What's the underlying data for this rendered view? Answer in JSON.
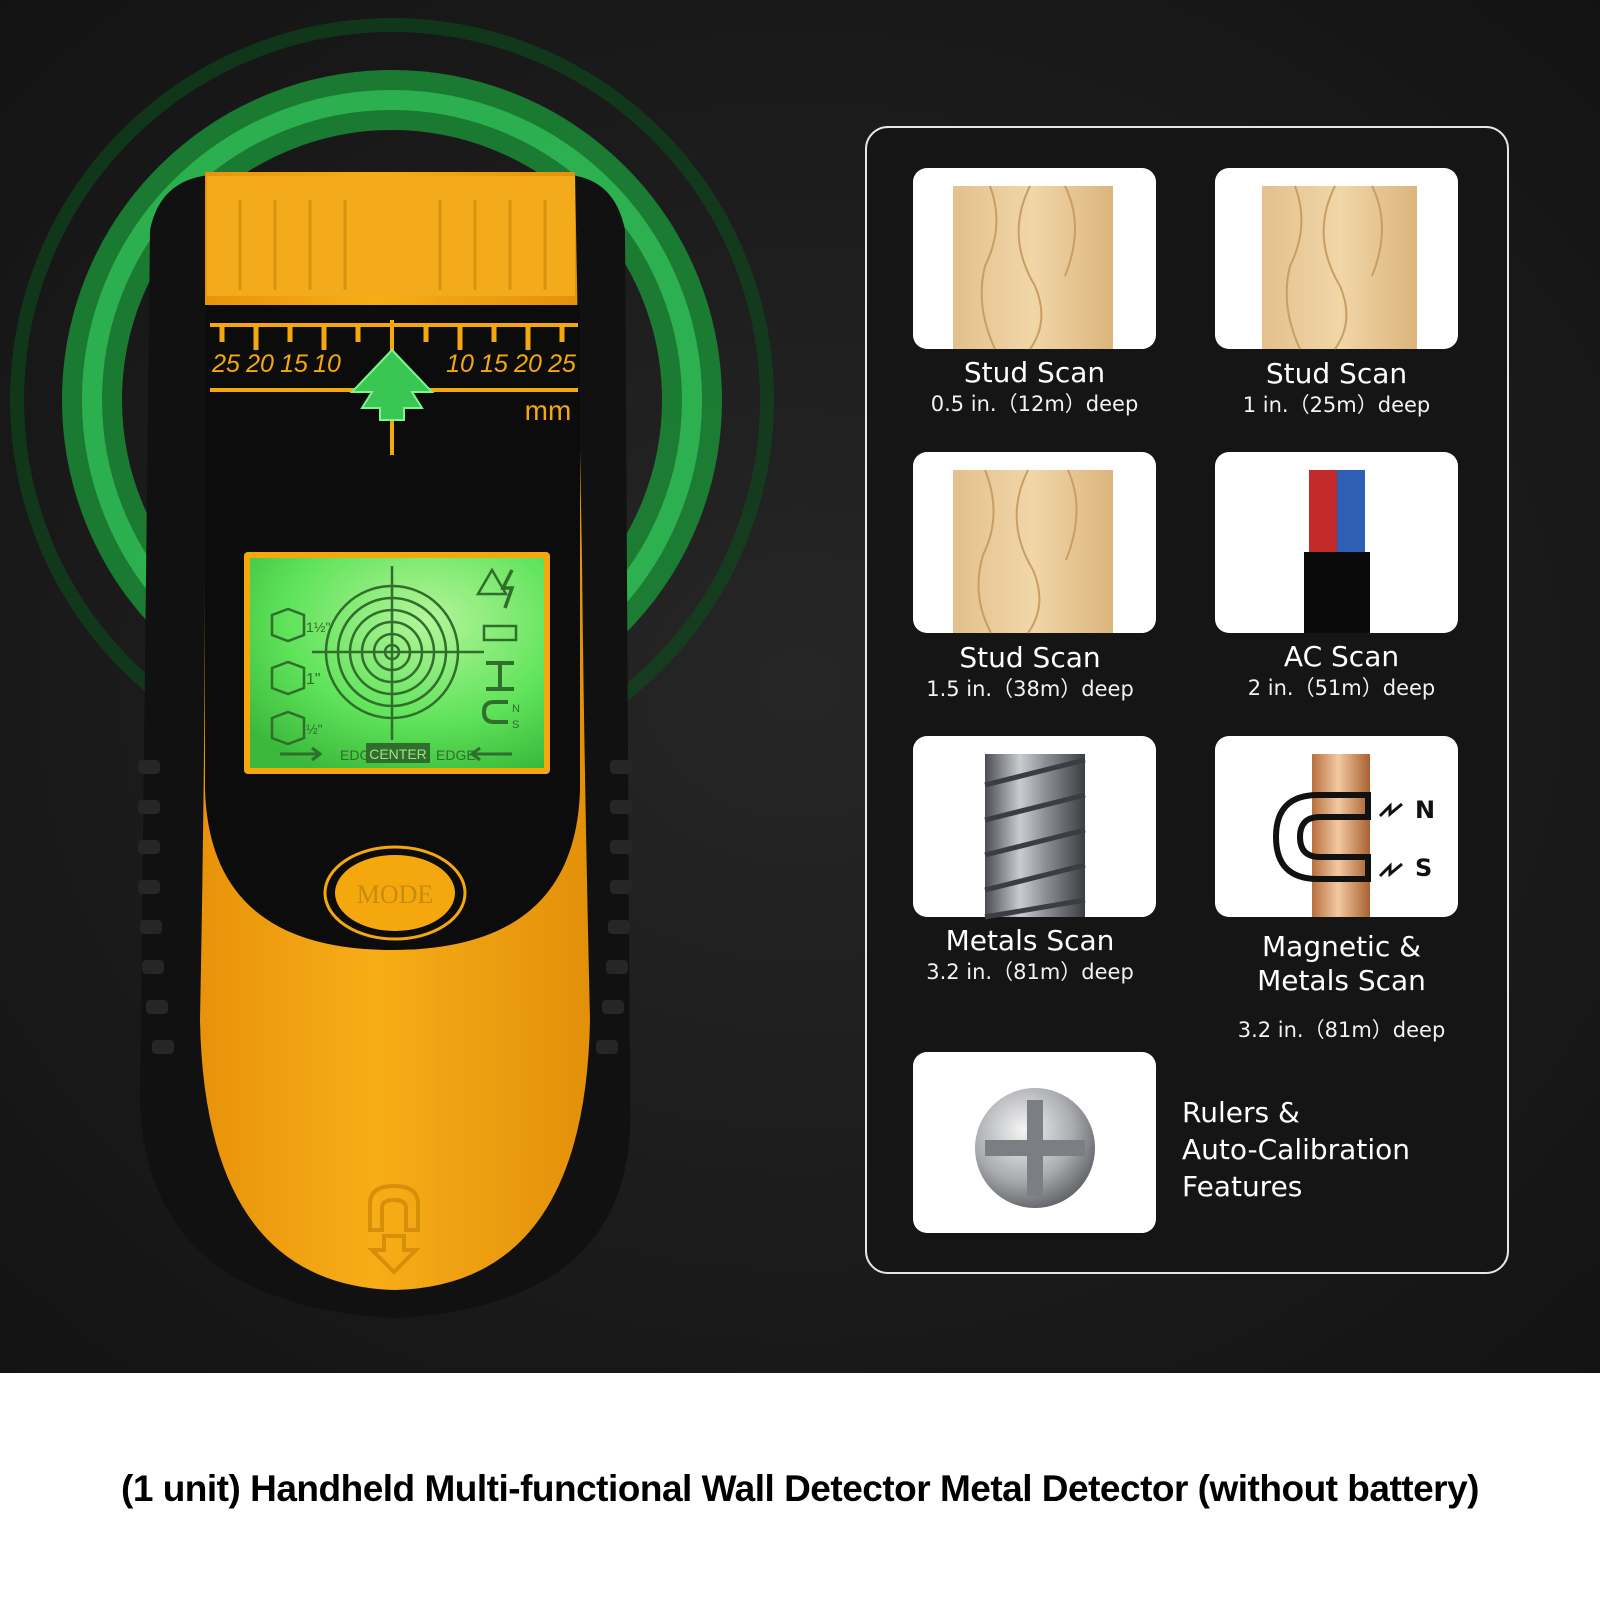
{
  "device": {
    "ruler_left": [
      "25",
      "20",
      "15",
      "10"
    ],
    "ruler_right": [
      "10",
      "15",
      "20",
      "25"
    ],
    "ruler_unit": "mm",
    "lcd": {
      "depth_1": "1½\"",
      "depth_2": "1\"",
      "depth_3": "½\"",
      "edge_left": "EDGE",
      "center": "CENTER",
      "edge_right": "EDGE",
      "north": "N",
      "south": "S"
    },
    "mode_button": "MODE"
  },
  "features": [
    {
      "title": "Stud Scan",
      "subtitle": "0.5 in.（12m）deep"
    },
    {
      "title": "Stud Scan",
      "subtitle": "1 in.（25m）deep"
    },
    {
      "title": "Stud Scan",
      "subtitle": "1.5 in.（38m）deep"
    },
    {
      "title": "AC Scan",
      "subtitle": "2 in.（51m）deep"
    },
    {
      "title": "Metals Scan",
      "subtitle": "3.2 in.（81m）deep"
    },
    {
      "title_line1": "Magnetic &",
      "title_line2": "Metals Scan",
      "subtitle": "3.2 in.（81m）deep",
      "north": "N",
      "south": "S"
    },
    {
      "line1": "Rulers &",
      "line2": "Auto-Calibration",
      "line3": "Features"
    }
  ],
  "caption": "(1 unit) Handheld Multi-functional Wall Detector Metal Detector (without battery)",
  "colors": {
    "device_yellow": "#f5a80e",
    "glow_green": "#2fd35a",
    "background": "#1c1c1c",
    "lcd_green": "#5fe35a"
  }
}
